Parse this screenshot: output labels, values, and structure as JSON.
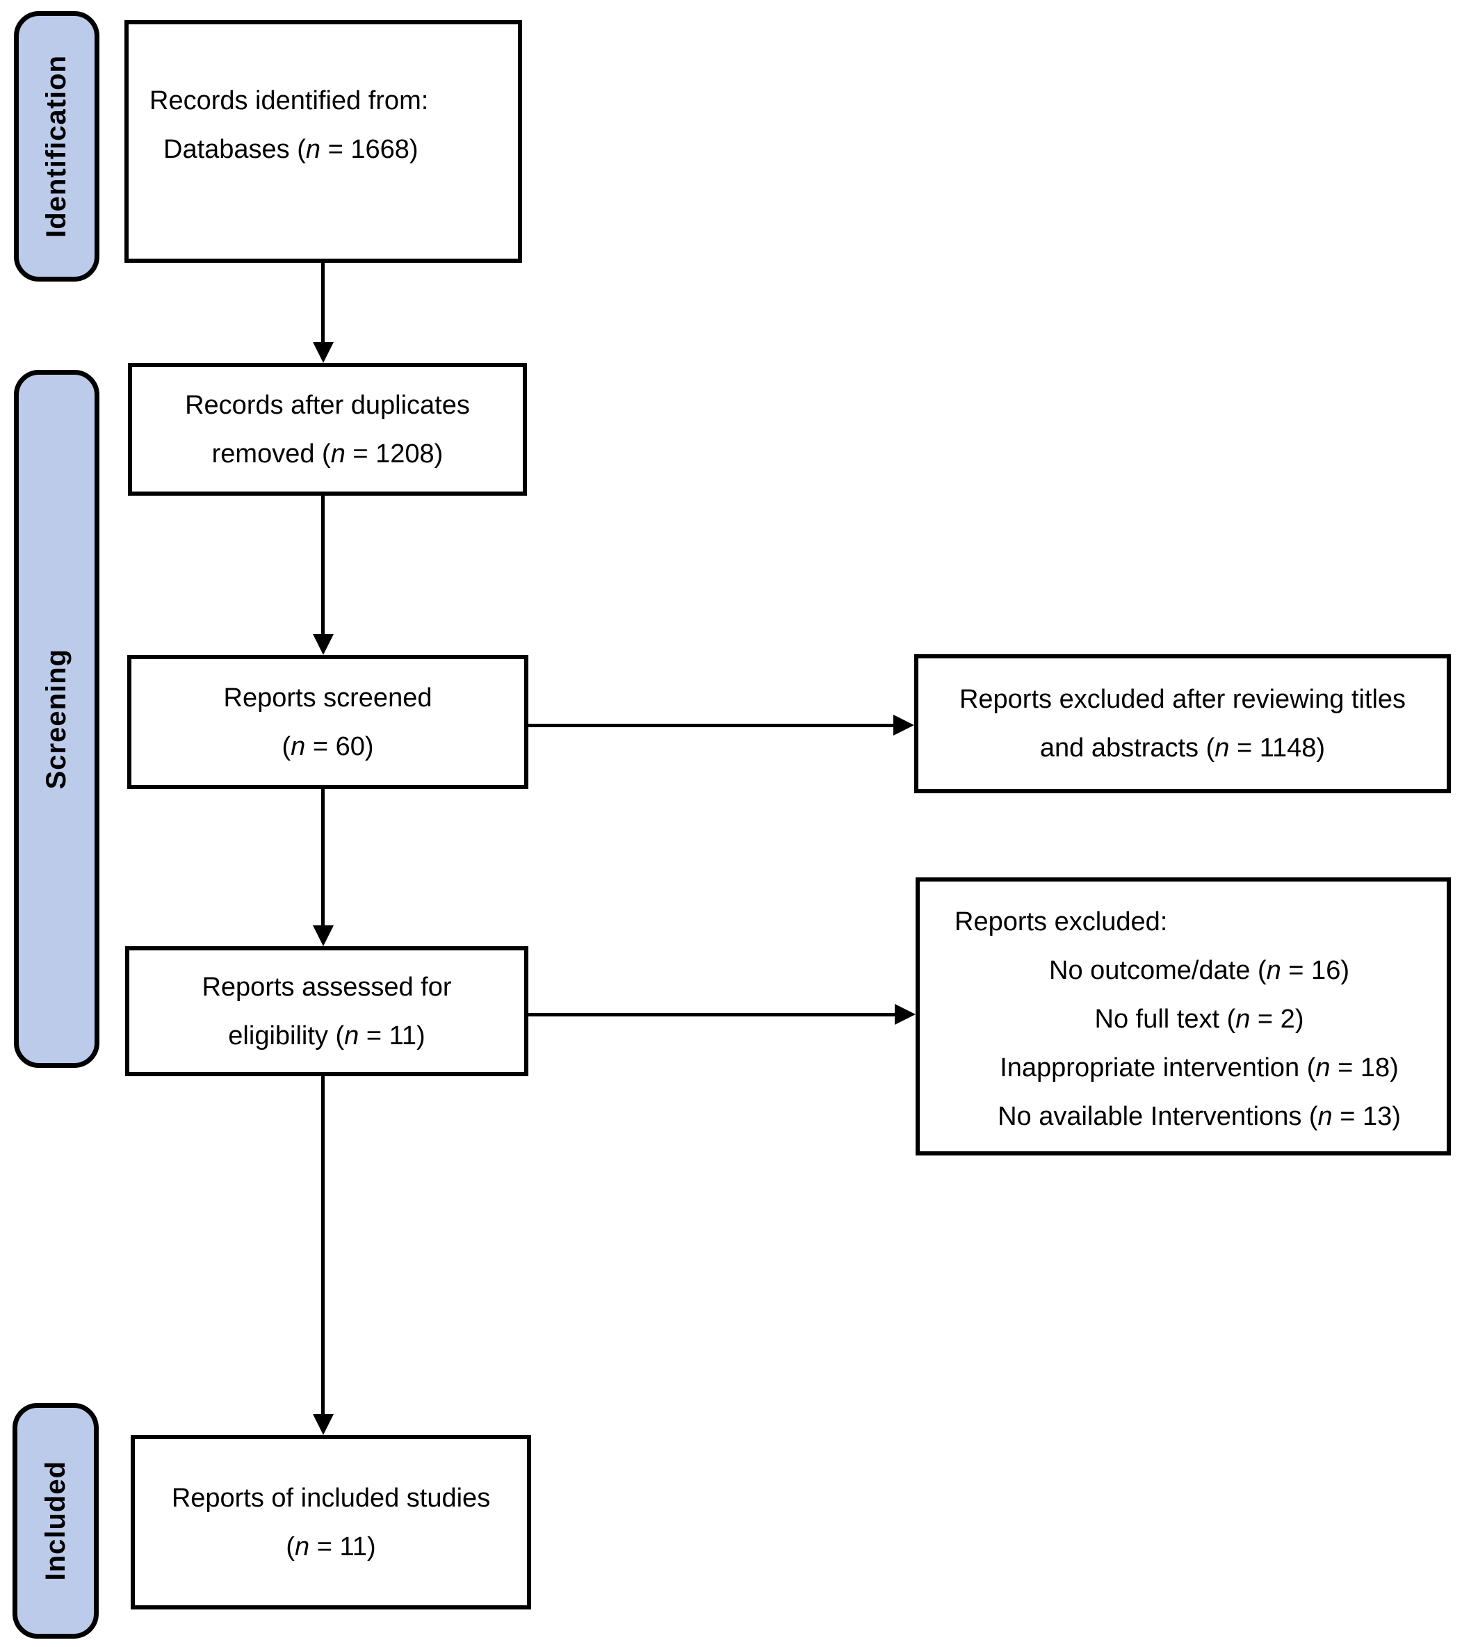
{
  "colors": {
    "stage_fill": "#bccbea",
    "line_color": "#000000",
    "box_fill": "#ffffff",
    "text_color": "#000000"
  },
  "stages": {
    "identification": "Identification",
    "screening": "Screening",
    "included": "Included"
  },
  "boxes": {
    "records_identified": {
      "line1": "Records identified from:",
      "line2_pre": "Databases (",
      "n": "n",
      "line2_post": " = 1668)"
    },
    "duplicates_removed": {
      "line1": "Records after duplicates",
      "line2_pre": "removed (",
      "n": "n",
      "line2_post": " = 1208)"
    },
    "reports_screened": {
      "line1": "Reports screened",
      "line2_pre": "(",
      "n": "n",
      "line2_post": " = 60)"
    },
    "reports_assessed": {
      "line1": "Reports assessed for",
      "line2_pre": "eligibility (",
      "n": "n",
      "line2_post": " = 11)"
    },
    "reports_included": {
      "line1": "Reports of included studies",
      "line2_pre": "(",
      "n": "n",
      "line2_post": " = 11)"
    },
    "excluded_titles": {
      "line1": "Reports excluded after reviewing titles",
      "line2_pre": "and abstracts (",
      "n": "n",
      "line2_post": " = 1148)"
    },
    "excluded_reasons": {
      "header": "Reports excluded:",
      "items": [
        {
          "pre": "No outcome/date (",
          "n": "n",
          "post": " = 16)"
        },
        {
          "pre": "No full text (",
          "n": "n",
          "post": " = 2)"
        },
        {
          "pre": "Inappropriate intervention (",
          "n": "n",
          "post": " = 18)"
        },
        {
          "pre": "No available Interventions (",
          "n": "n",
          "post": " = 13)"
        }
      ]
    }
  }
}
